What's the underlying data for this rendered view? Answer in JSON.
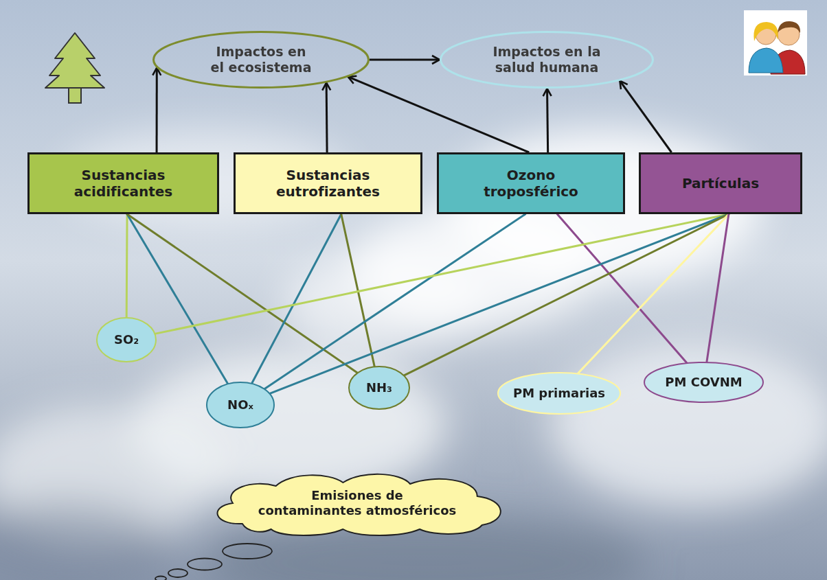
{
  "diagram": {
    "nodes": [
      {
        "text": [
          "Impactos en el ecosistema"
        ]
      },
      {
        "text": [
          "Impactos en la salud humana"
        ]
      },
      {
        "text": [
          "Sustancias acidificantes"
        ]
      },
      {
        "text": [
          "Sustancias eutrofizantes"
        ]
      },
      {
        "text": [
          "Ozono troposférico"
        ]
      },
      {
        "text": [
          "Partículas"
        ]
      },
      {
        "text": [
          "SO₂"
        ]
      },
      {
        "text": [
          "NOₓ"
        ]
      },
      {
        "text": [
          "NH₃"
        ]
      },
      {
        "text": [
          "PM primarias"
        ]
      },
      {
        "text": [
          "PM COVNM"
        ]
      },
      {
        "text": [
          "Emisiones de contaminantes atmosféricos"
        ]
      }
    ],
    "edges": [
      {
        "from": 2,
        "to": 0,
        "arrow": "to"
      },
      {
        "from": 3,
        "to": 0,
        "arrow": "to"
      },
      {
        "from": 4,
        "to": 0,
        "arrow": "to"
      },
      {
        "from": 4,
        "to": 1,
        "arrow": "to"
      },
      {
        "from": 5,
        "to": 1,
        "arrow": "to"
      },
      {
        "from": 0,
        "to": 1,
        "arrow": "to"
      },
      {
        "from": 6,
        "to": 2,
        "arrow": "none"
      },
      {
        "from": 7,
        "to": 2,
        "arrow": "none"
      },
      {
        "from": 8,
        "to": 2,
        "arrow": "none"
      },
      {
        "from": 7,
        "to": 3,
        "arrow": "none"
      },
      {
        "from": 8,
        "to": 3,
        "arrow": "none"
      },
      {
        "from": 7,
        "to": 4,
        "arrow": "none"
      },
      {
        "from": 10,
        "to": 4,
        "arrow": "none"
      },
      {
        "from": 6,
        "to": 5,
        "arrow": "none"
      },
      {
        "from": 7,
        "to": 5,
        "arrow": "none"
      },
      {
        "from": 8,
        "to": 5,
        "arrow": "none"
      },
      {
        "from": 9,
        "to": 5,
        "arrow": "none"
      },
      {
        "from": 10,
        "to": 5,
        "arrow": "none"
      }
    ]
  }
}
